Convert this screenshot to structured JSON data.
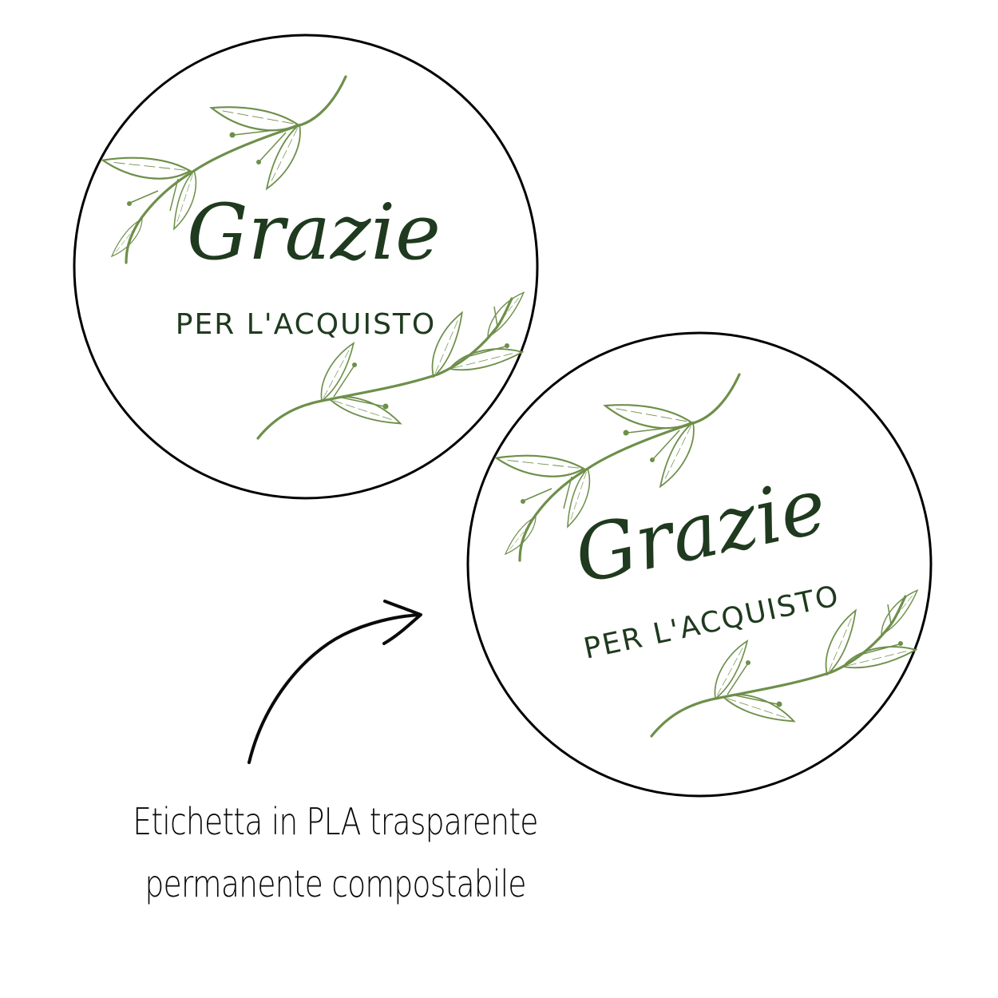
{
  "colors": {
    "background": "#ffffff",
    "circle_outline": "#000000",
    "text_dark_green": "#1f3a1e",
    "leaf_green": "#6e8f4a",
    "caption_text": "#0a0a0a"
  },
  "stickers": [
    {
      "title": "Grazie",
      "subtitle": "PER L'ACQUISTO",
      "rotation_deg": 0
    },
    {
      "title": "Grazie",
      "subtitle": "PER L'ACQUISTO",
      "rotation_deg": -12
    }
  ],
  "arrow": {
    "icon": "curved-arrow-icon"
  },
  "caption": {
    "line1": "Etichetta in PLA trasparente",
    "line2": "permanente compostabile"
  }
}
